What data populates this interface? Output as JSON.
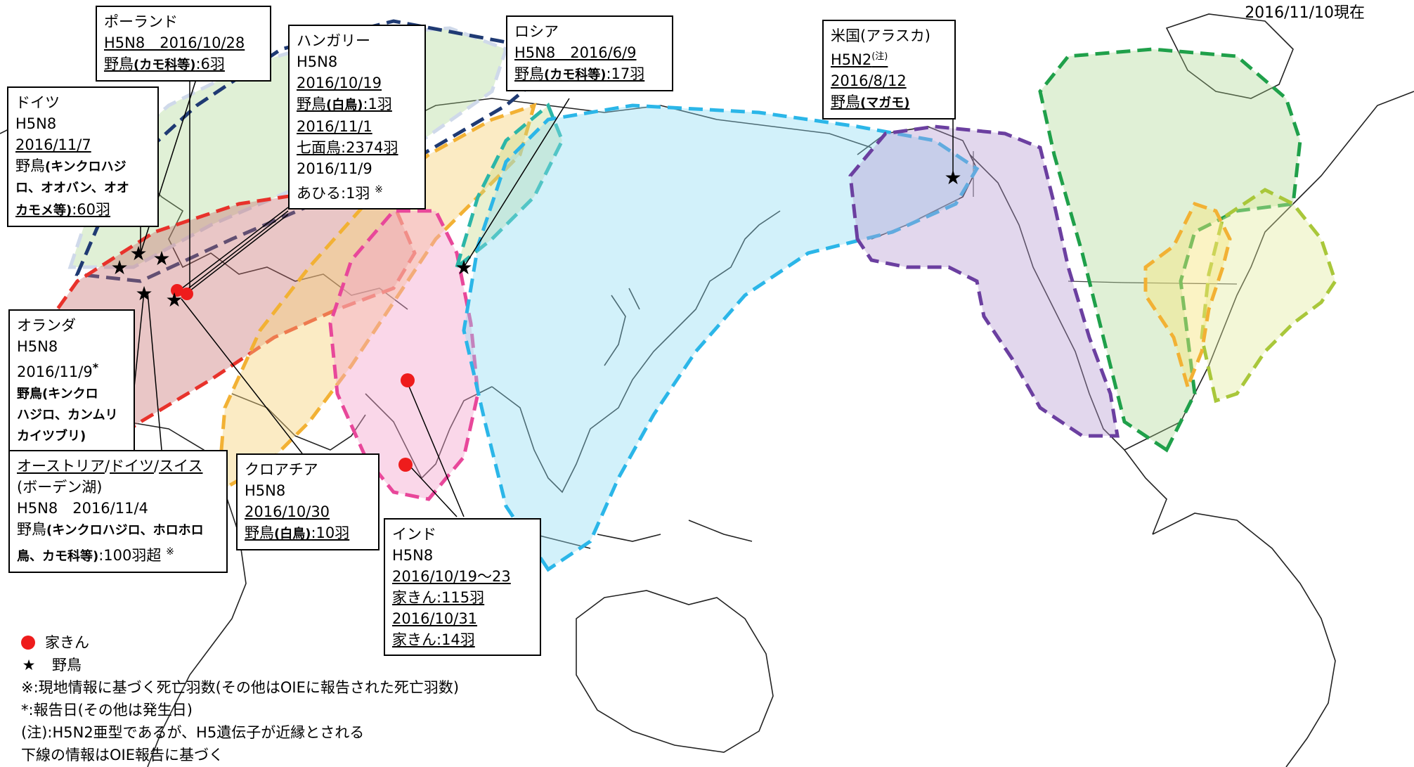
{
  "date_stamp": "2016/11/10現在",
  "reports": {
    "poland": {
      "country": "ポーランド",
      "line1": "H5N8　2016/10/28",
      "line2_label": "野鳥",
      "line2_detail": "(カモ科等)",
      "line2_count": ":6羽"
    },
    "hungary": {
      "country": "ハンガリー",
      "subtype": "H5N8",
      "date1": "2016/10/19",
      "bird1": "野鳥",
      "bird1_detail": "(白鳥)",
      "count1": ":1羽",
      "date2": "2016/11/1",
      "bird2": "七面鳥:2374羽",
      "date3": "2016/11/9",
      "bird3": "あひる:1羽",
      "mark3": "※"
    },
    "russia": {
      "country": "ロシア",
      "line1": "H5N8　2016/6/9",
      "line2_label": "野鳥",
      "line2_detail": "(カモ科等)",
      "line2_count": ":17羽"
    },
    "usa": {
      "country": "米国(アラスカ)",
      "subtype": "H5N2",
      "subtype_note": "(注)",
      "date": "2016/8/12",
      "bird": "野鳥",
      "bird_detail": "(マガモ)"
    },
    "germany": {
      "country": "ドイツ",
      "subtype": "H5N8",
      "date": "2016/11/7",
      "bird_label": "野鳥",
      "bird_detail1": "(キンクロハジ",
      "bird_detail2": "ロ、オオバン、オオ",
      "bird_detail3": "カモメ等)",
      "count": ":60羽"
    },
    "netherlands": {
      "country": "オランダ",
      "subtype": "H5N8",
      "date": "2016/11/9",
      "date_mark": "*",
      "bird_label": "野鳥",
      "bird_detail1": "(キンクロ",
      "bird_detail2": "ハジロ、カンムリ",
      "bird_detail3": "カイツブリ)"
    },
    "austria": {
      "country_a": "オーストリア",
      "sep1": "/",
      "country_b": "ドイツ",
      "sep2": "/",
      "country_c": "スイス",
      "lake": "(ボーデン湖)",
      "line": "H5N8　2016/11/4",
      "bird_label": "野鳥",
      "bird_detail1": "(キンクロハジロ、ホロホロ",
      "bird_detail2": "鳥、カモ科等)",
      "count": ":100羽超",
      "mark": "※"
    },
    "croatia": {
      "country": "クロアチア",
      "subtype": "H5N8",
      "date": "2016/10/30",
      "bird_label": "野鳥",
      "bird_detail": "(白鳥)",
      "count": ":10羽"
    },
    "india": {
      "country": "インド",
      "subtype": "H5N8",
      "date1": "2016/10/19～23",
      "poultry1": "家きん:115羽",
      "date2": "2016/10/31",
      "poultry2": "家きん:14羽"
    }
  },
  "legend": {
    "poultry": "家きん",
    "wild_bird": "野鳥",
    "note1": "※:現地情報に基づく死亡羽数(その他はOIEに報告された死亡羽数)",
    "note2": "*:報告日(その他は発生日)",
    "note3": "(注):H5N2亜型であるが、H5遺伝子が近縁とされる",
    "note4": "下線の情報はOIE報告に基づく"
  },
  "colors": {
    "poultry_marker": "#ee1c1c",
    "wild_marker": "#000000",
    "route_red": "#e8322b",
    "route_navy": "#1f3a73",
    "route_orange": "#f2b134",
    "route_pink": "#e8479a",
    "route_cyan": "#2bb6e8",
    "route_purple": "#6b3fa0",
    "route_green": "#1fa04a",
    "route_lime": "#a9c73a"
  }
}
